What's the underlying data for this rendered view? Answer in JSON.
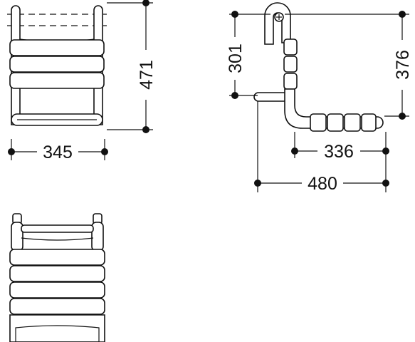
{
  "dimensions": {
    "front_width": "345",
    "front_height": "471",
    "side_upper_height": "301",
    "side_total_height": "376",
    "side_seat_depth": "336",
    "side_total_depth": "480"
  },
  "colors": {
    "line": "#111111",
    "background": "#ffffff"
  }
}
